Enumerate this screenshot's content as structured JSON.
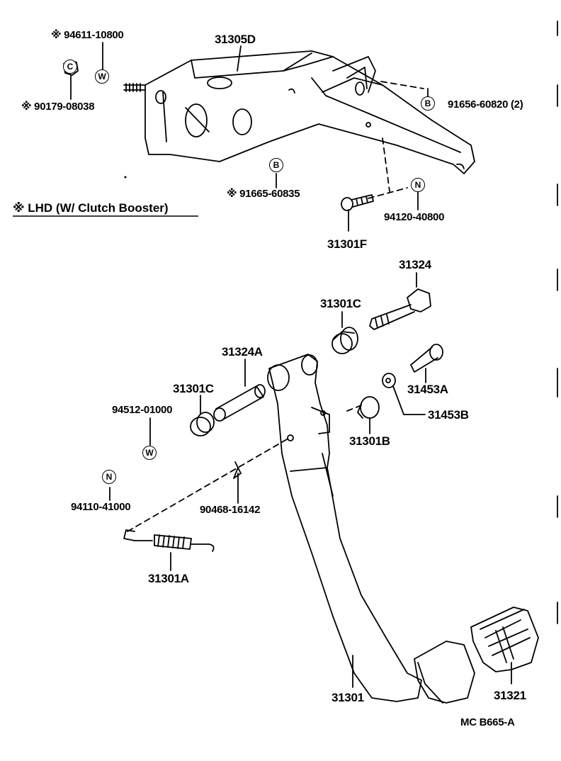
{
  "diagram": {
    "note": "※ LHD (W/ Clutch Booster)",
    "footer_code": "MC  B665-A",
    "parts": {
      "p_94611": "※ 94611-10800",
      "p_31305D": "31305D",
      "p_90179": "※ 90179-08038",
      "p_91656": "91656-60820 (2)",
      "p_91665": "※ 91665-60835",
      "p_94120": "94120-40800",
      "p_31301F": "31301F",
      "p_31324": "31324",
      "p_31301C_a": "31301C",
      "p_31324A": "31324A",
      "p_31301C_b": "31301C",
      "p_31453A": "31453A",
      "p_94512": "94512-01000",
      "p_31453B": "31453B",
      "p_31301B": "31301B",
      "p_94110": "94110-41000",
      "p_90468": "90468-16142",
      "p_31301A": "31301A",
      "p_31301": "31301",
      "p_31321": "31321"
    },
    "badges": {
      "w1": "W",
      "c1": "C",
      "b1": "B",
      "b2": "B",
      "n1": "N",
      "w2": "W",
      "n2": "N"
    }
  }
}
